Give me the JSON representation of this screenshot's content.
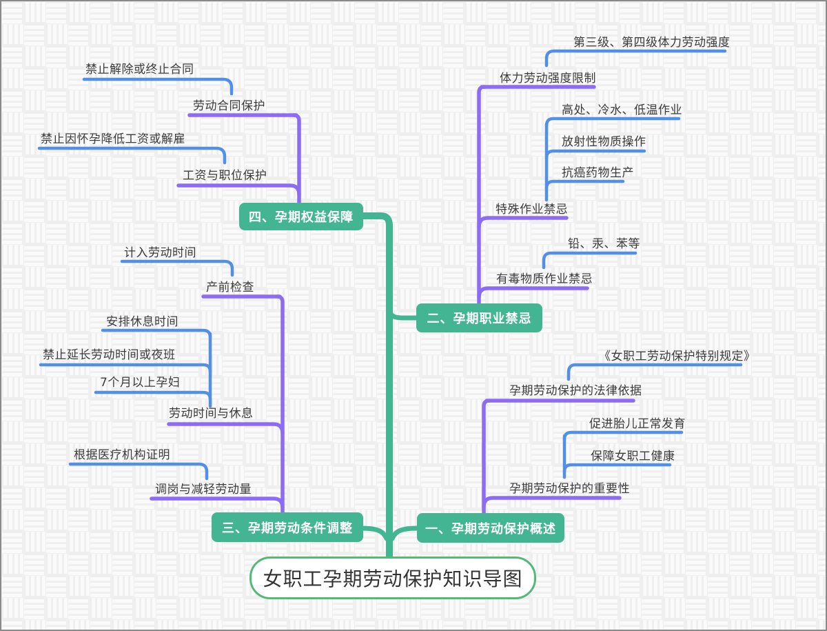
{
  "title": "女职工孕期劳动保护知识导图",
  "colors": {
    "main_topic_bg": "#44b593",
    "main_topic_text": "#ffffff",
    "root_border": "#53b878",
    "level2_line": "#8c6cf2",
    "leaf_line": "#5290e8",
    "text": "#3b3b3b",
    "background": "#f0f0f1"
  },
  "root": {
    "label": "女职工孕期劳动保护知识导图"
  },
  "branches": [
    {
      "label": "一、孕期劳动保护概述",
      "children": [
        {
          "label": "孕期劳动保护的法律依据",
          "children": [
            {
              "label": "《女职工劳动保护特别规定》"
            }
          ]
        },
        {
          "label": "孕期劳动保护的重要性",
          "children": [
            {
              "label": "促进胎儿正常发育"
            },
            {
              "label": "保障女职工健康"
            }
          ]
        }
      ]
    },
    {
      "label": "二、孕期职业禁忌",
      "children": [
        {
          "label": "体力劳动强度限制",
          "children": [
            {
              "label": "第三级、第四级体力劳动强度"
            }
          ]
        },
        {
          "label": "特殊作业禁忌",
          "children": [
            {
              "label": "高处、冷水、低温作业"
            },
            {
              "label": "放射性物质操作"
            },
            {
              "label": "抗癌药物生产"
            }
          ]
        },
        {
          "label": "有毒物质作业禁忌",
          "children": [
            {
              "label": "铅、汞、苯等"
            }
          ]
        }
      ]
    },
    {
      "label": "三、孕期劳动条件调整",
      "children": [
        {
          "label": "产前检查",
          "children": [
            {
              "label": "计入劳动时间"
            }
          ]
        },
        {
          "label": "劳动时间与休息",
          "children": [
            {
              "label": "安排休息时间"
            },
            {
              "label": "禁止延长劳动时间或夜班"
            },
            {
              "label": "7个月以上孕妇"
            }
          ]
        },
        {
          "label": "调岗与减轻劳动量",
          "children": [
            {
              "label": "根据医疗机构证明"
            }
          ]
        }
      ]
    },
    {
      "label": "四、孕期权益保障",
      "children": [
        {
          "label": "劳动合同保护",
          "children": [
            {
              "label": "禁止解除或终止合同"
            }
          ]
        },
        {
          "label": "工资与职位保护",
          "children": [
            {
              "label": "禁止因怀孕降低工资或解雇"
            }
          ]
        }
      ]
    }
  ]
}
